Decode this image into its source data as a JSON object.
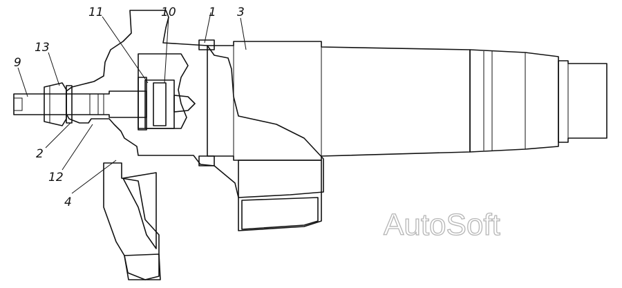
{
  "callouts": {
    "c1": "1",
    "c2": "2",
    "c3": "3",
    "c4": "4",
    "c9": "9",
    "c10": "10",
    "c11": "11",
    "c12": "12",
    "c13": "13"
  },
  "watermark": "AutoSoft",
  "colors": {
    "ink": "#111111",
    "background": "#ffffff",
    "watermark_outline": "#b5b5b5"
  }
}
